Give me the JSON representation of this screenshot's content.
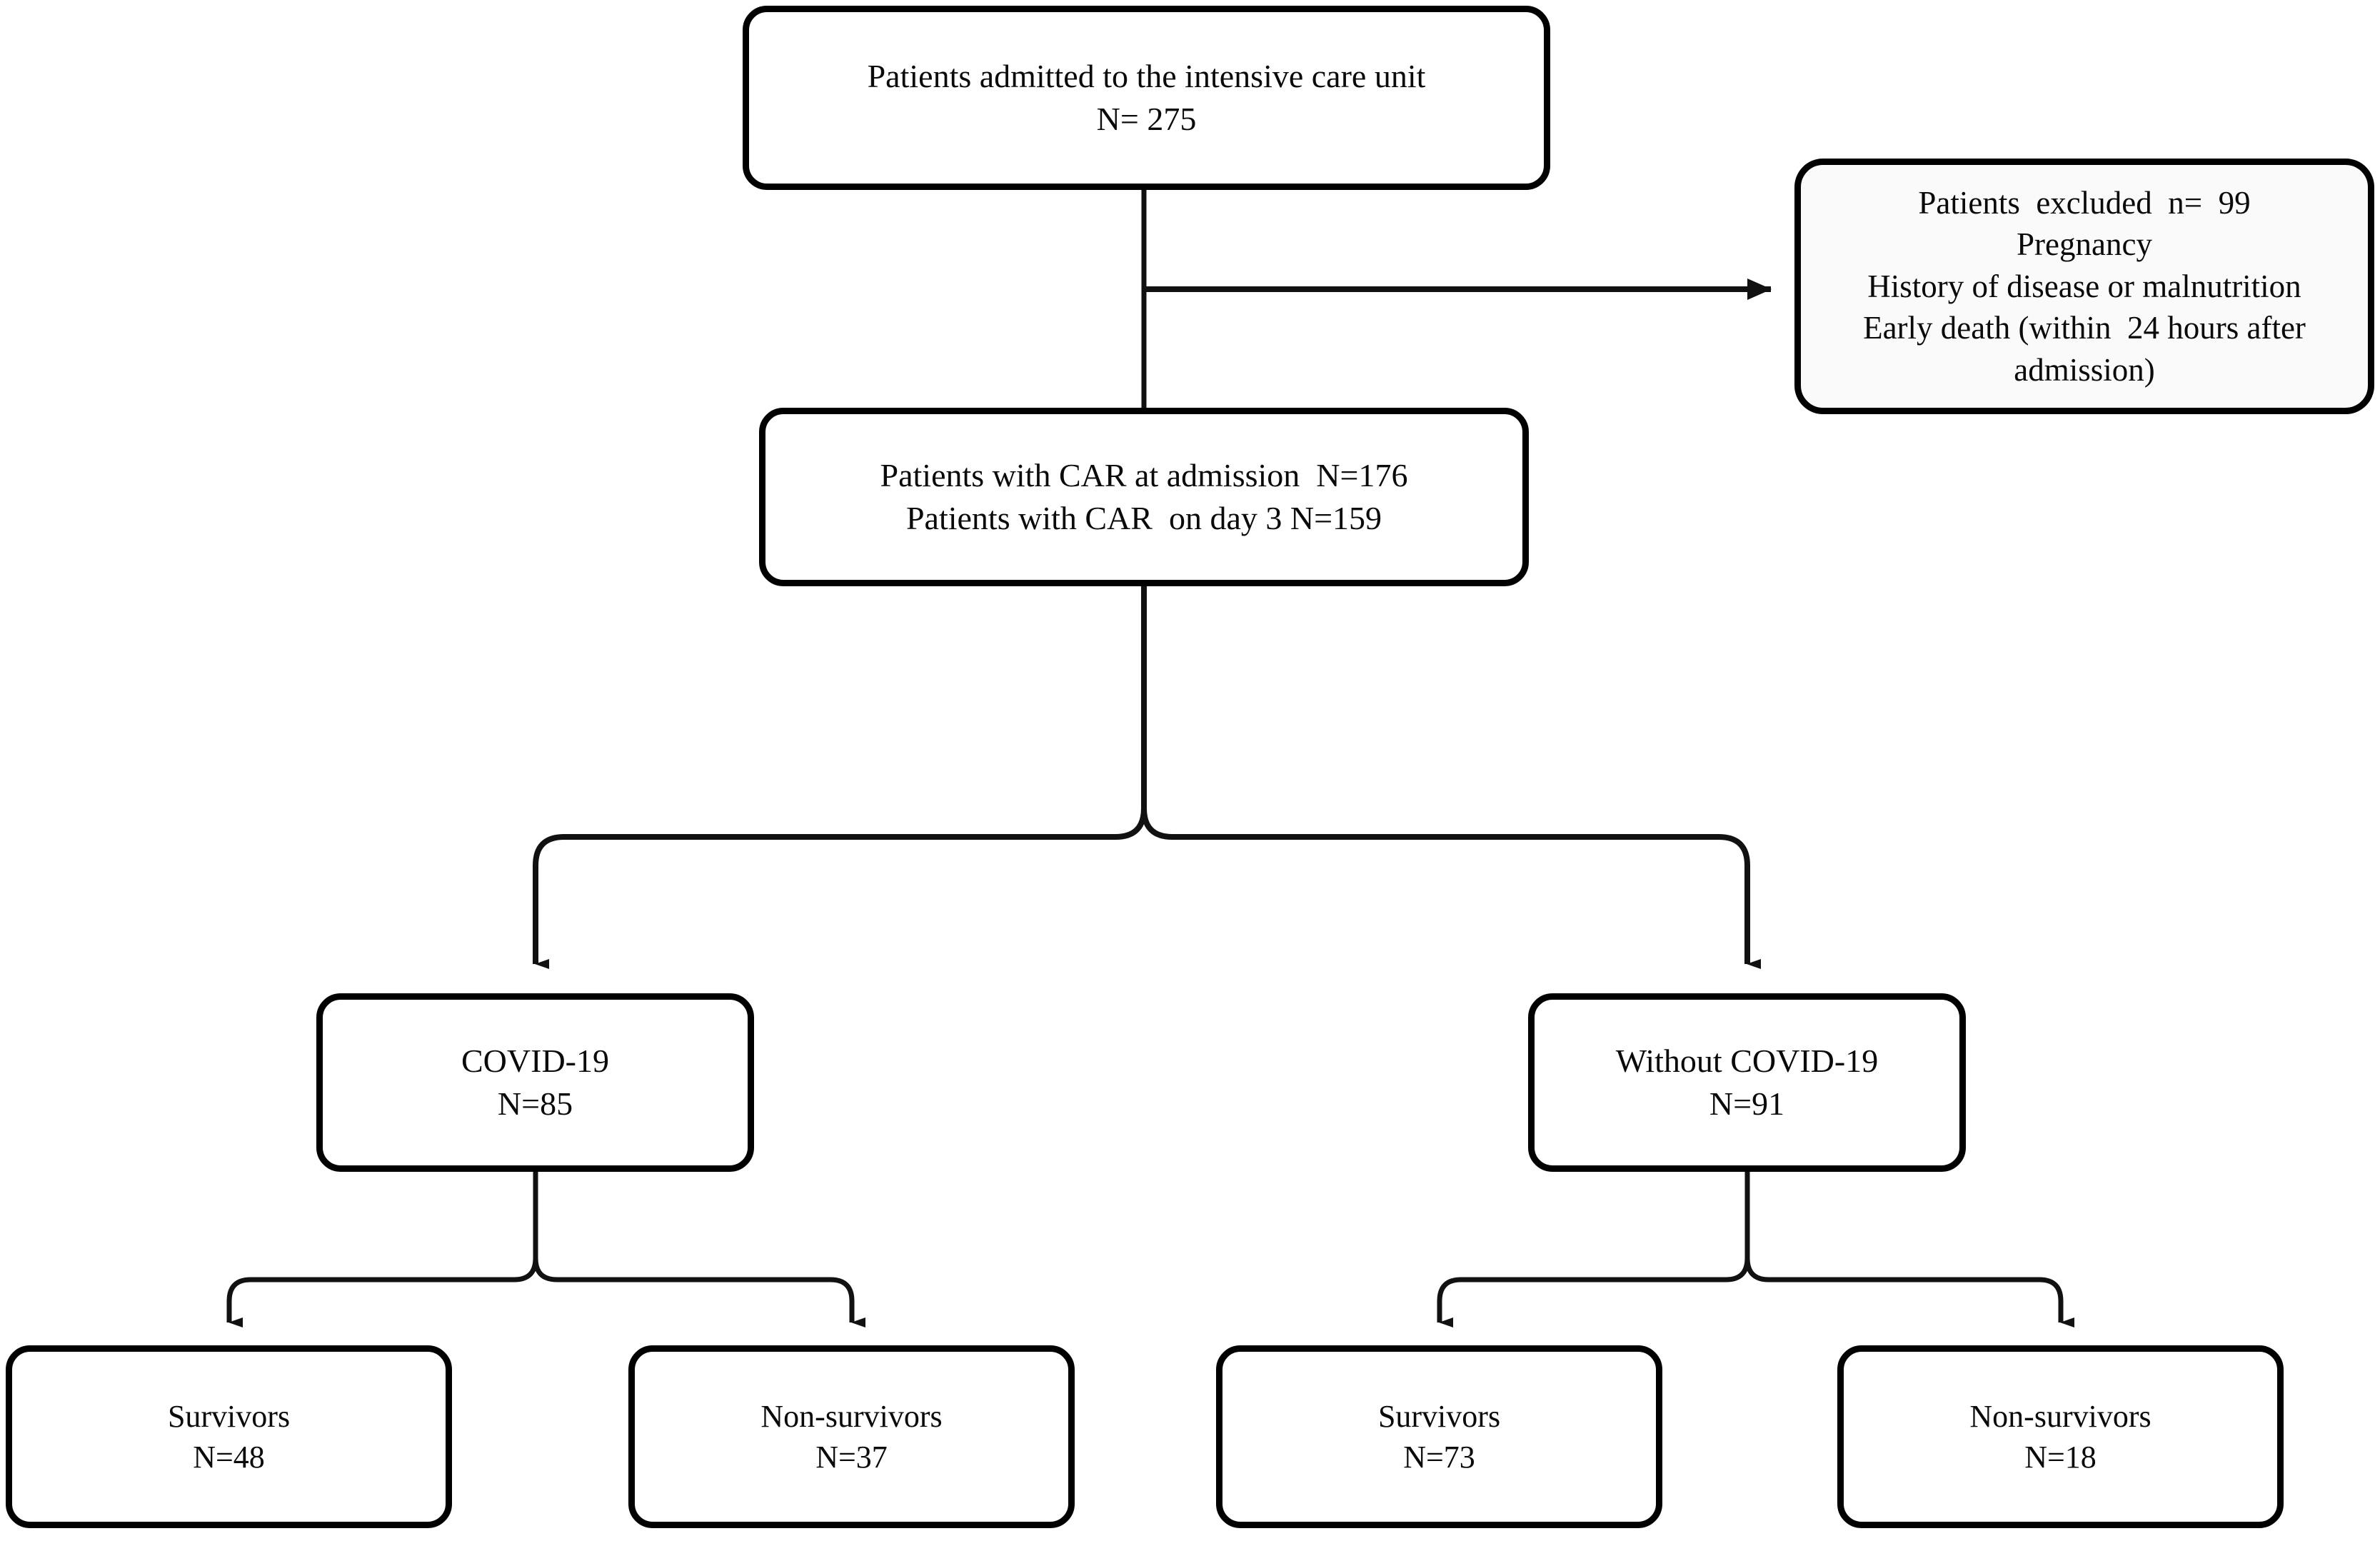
{
  "diagram": {
    "type": "flowchart",
    "title": "Patient enrollment flow diagram",
    "orientation": "top-down",
    "colors": {
      "stroke": "#000000",
      "box_fill": "#ffffff",
      "excluded_box_fill": "#fafafa",
      "text": "#0a0a0a",
      "background": "#ffffff"
    }
  },
  "nodes": {
    "admitted": {
      "line1": "Patients admitted to the intensive care unit",
      "line2": "N= 275"
    },
    "excluded": {
      "line1": "Patients  excluded  n=  99",
      "line2": "Pregnancy",
      "line3": "History of disease or malnutrition",
      "line4": "Early death (within  24 hours after",
      "line5": "admission)"
    },
    "car": {
      "line1": "Patients with CAR at admission  N=176",
      "line2": "Patients with CAR  on day 3 N=159"
    },
    "covid": {
      "line1": "COVID-19",
      "line2": "N=85"
    },
    "nocovid": {
      "line1": "Without COVID-19",
      "line2": "N=91"
    },
    "surv_covid": {
      "line1": "Survivors",
      "line2": "N=48"
    },
    "nonsurv_covid": {
      "line1": "Non-survivors",
      "line2": "N=37"
    },
    "surv_nocovid": {
      "line1": "Survivors",
      "line2": "N=73"
    },
    "nonsurv_nocovid": {
      "line1": "Non-survivors",
      "line2": "N=18"
    }
  },
  "counts": {
    "admitted_total": 275,
    "excluded_total": 99,
    "car_at_admission": 176,
    "car_day3": 159,
    "covid19": 85,
    "without_covid19": 91,
    "covid_survivors": 48,
    "covid_non_survivors": 37,
    "nocovid_survivors": 73,
    "nocovid_non_survivors": 18
  },
  "edges": [
    {
      "from": "admitted",
      "to": "car",
      "style": "plain-line"
    },
    {
      "from": "admitted",
      "to": "excluded",
      "style": "arrow-right"
    },
    {
      "from": "car",
      "to": "covid",
      "style": "split-arrow-down"
    },
    {
      "from": "car",
      "to": "nocovid",
      "style": "split-arrow-down"
    },
    {
      "from": "covid",
      "to": "surv_covid",
      "style": "split-arrow-down"
    },
    {
      "from": "covid",
      "to": "nonsurv_covid",
      "style": "split-arrow-down"
    },
    {
      "from": "nocovid",
      "to": "surv_nocovid",
      "style": "split-arrow-down"
    },
    {
      "from": "nocovid",
      "to": "nonsurv_nocovid",
      "style": "split-arrow-down"
    }
  ]
}
